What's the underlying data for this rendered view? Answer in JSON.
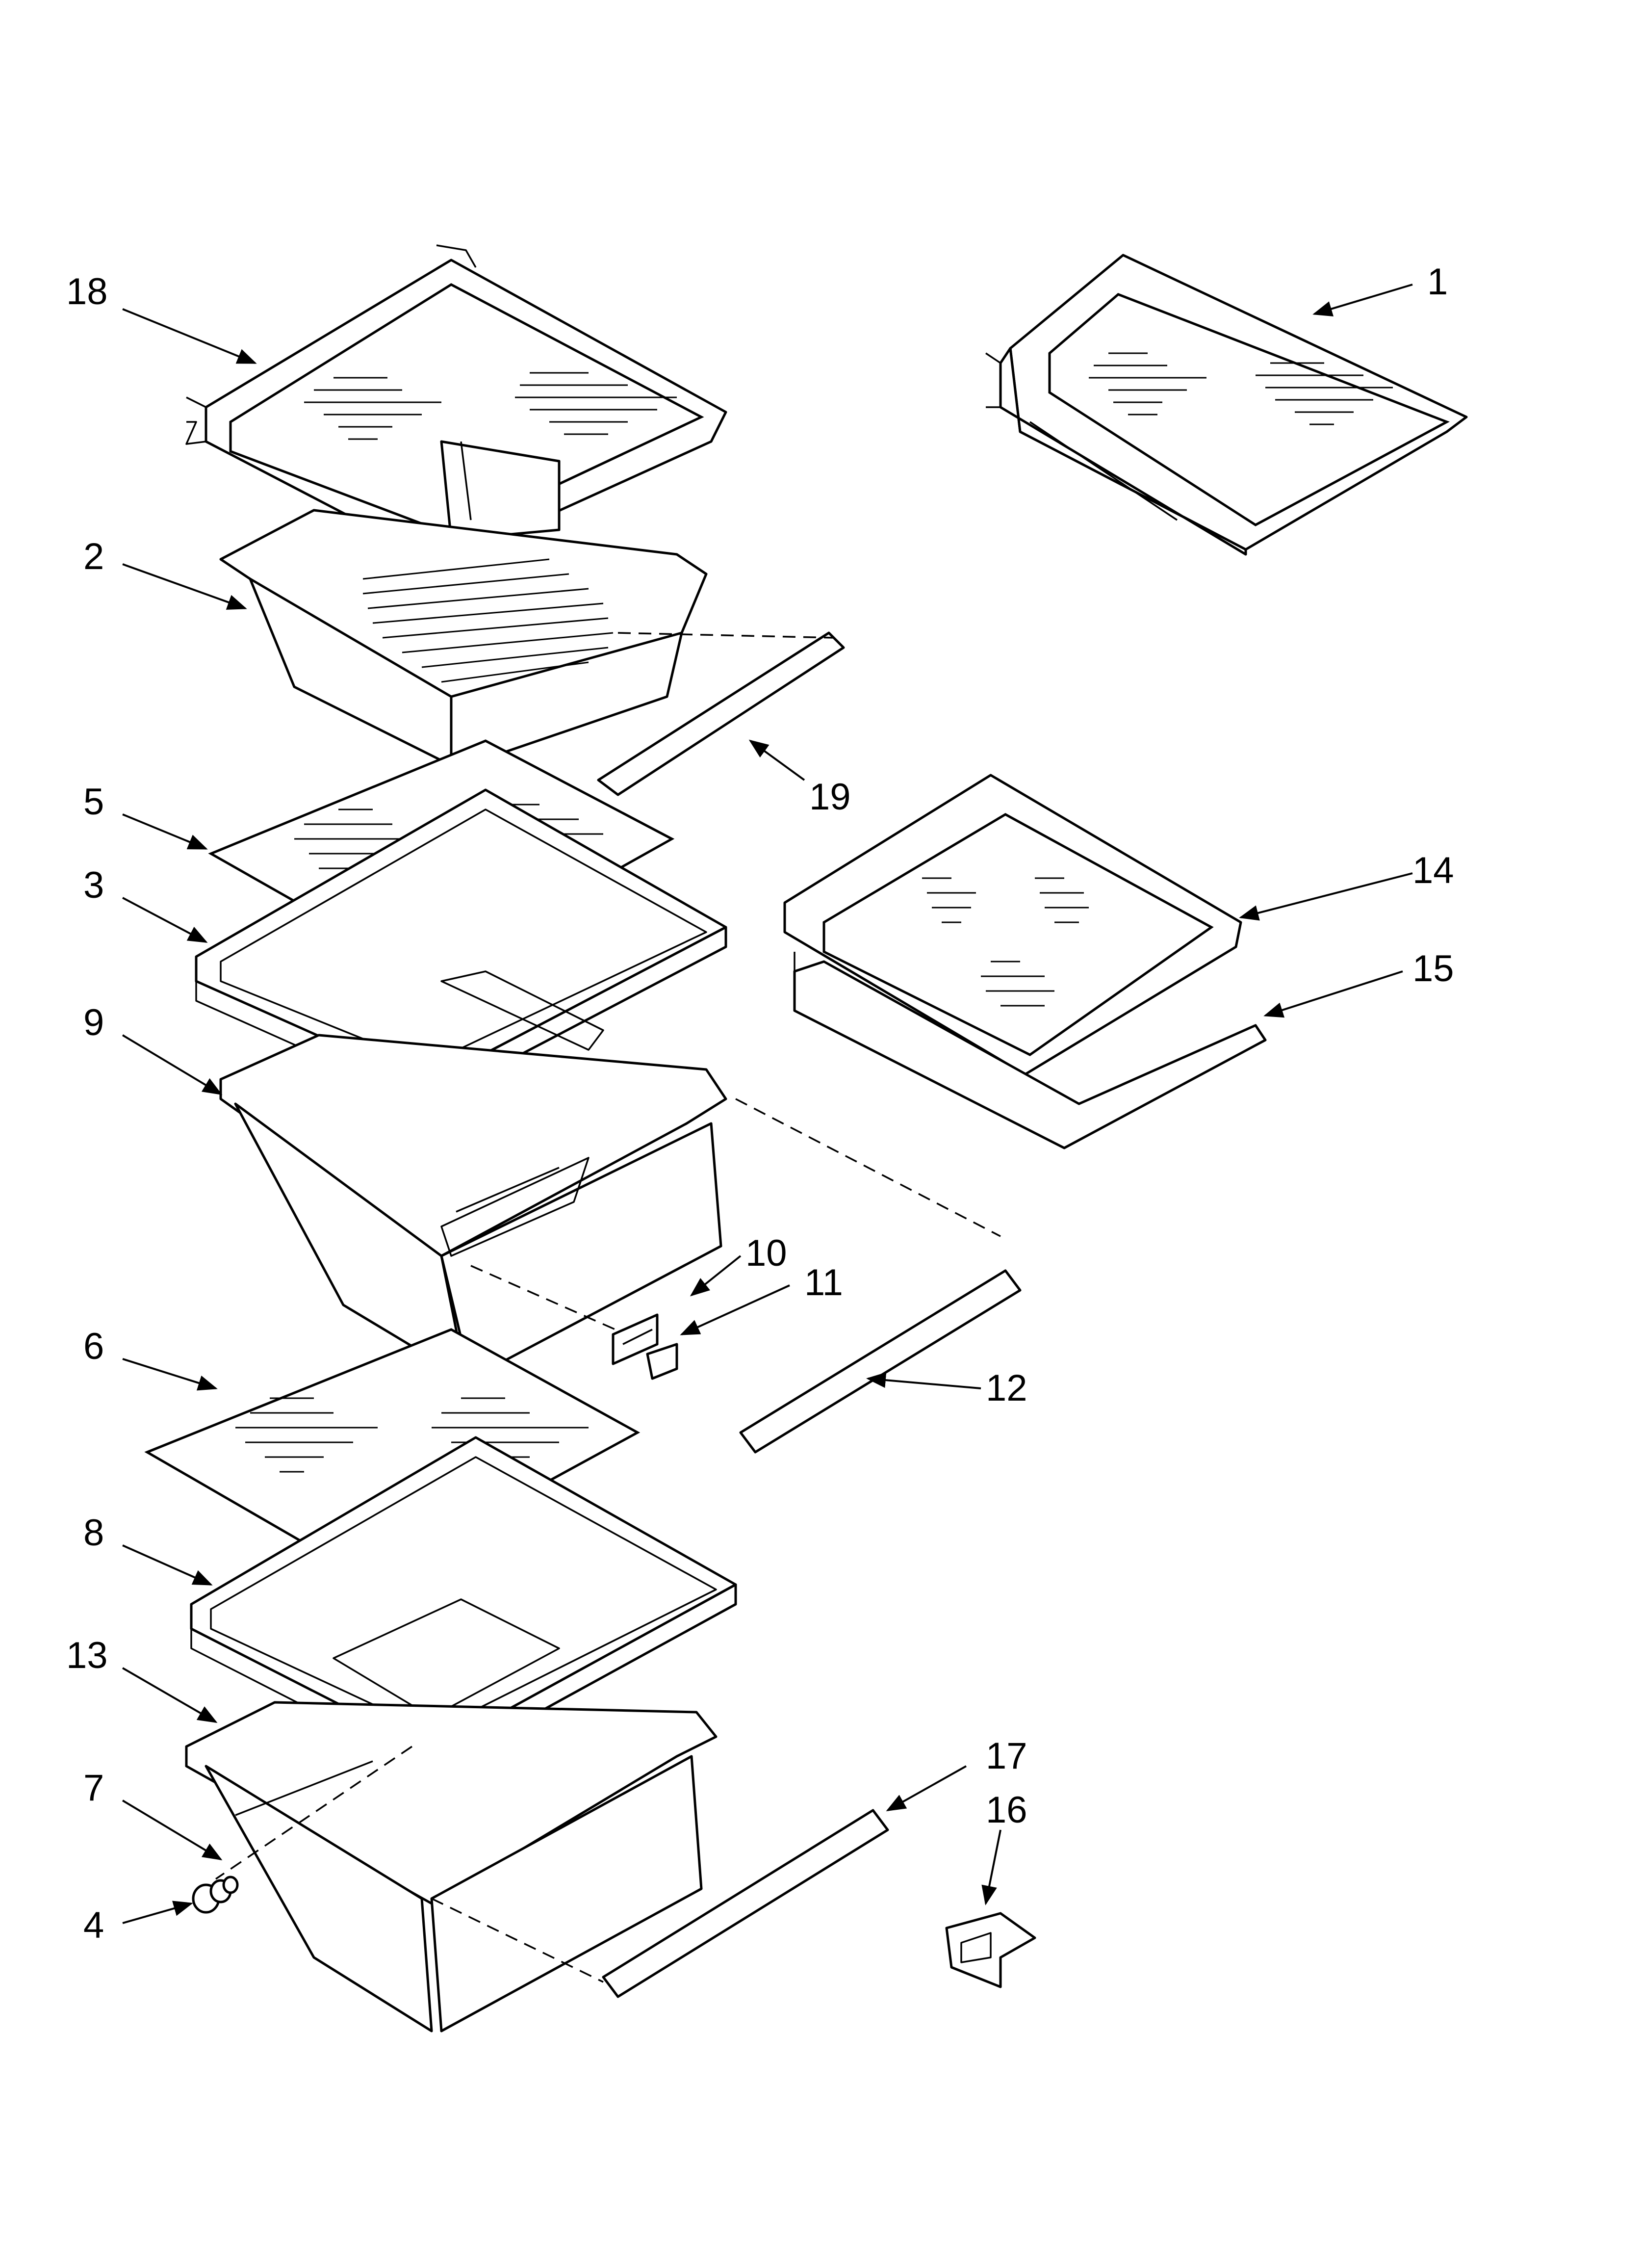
{
  "diagram": {
    "callouts": [
      {
        "key": "18",
        "label": "18"
      },
      {
        "key": "2",
        "label": "2"
      },
      {
        "key": "5",
        "label": "5"
      },
      {
        "key": "3",
        "label": "3"
      },
      {
        "key": "9",
        "label": "9"
      },
      {
        "key": "6",
        "label": "6"
      },
      {
        "key": "8",
        "label": "8"
      },
      {
        "key": "13",
        "label": "13"
      },
      {
        "key": "7",
        "label": "7"
      },
      {
        "key": "4",
        "label": "4"
      },
      {
        "key": "1",
        "label": "1"
      },
      {
        "key": "19",
        "label": "19"
      },
      {
        "key": "14",
        "label": "14"
      },
      {
        "key": "15",
        "label": "15"
      },
      {
        "key": "10",
        "label": "10"
      },
      {
        "key": "11",
        "label": "11"
      },
      {
        "key": "12",
        "label": "12"
      },
      {
        "key": "17",
        "label": "17"
      },
      {
        "key": "16",
        "label": "16"
      }
    ]
  }
}
